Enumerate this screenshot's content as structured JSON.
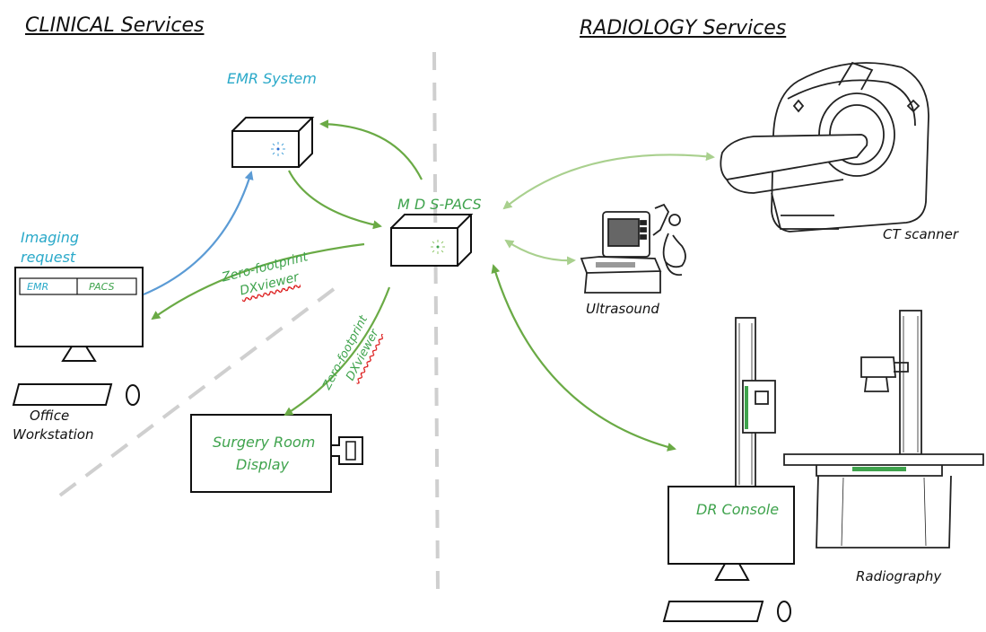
{
  "headers": {
    "clinical": "CLINICAL Services",
    "radiology": "RADIOLOGY Services"
  },
  "nodes": {
    "emr_system": "EMR System",
    "mds_pacs": "M D S-PACS",
    "imaging_request": [
      "Imaging",
      "request"
    ],
    "workstation_tabs": [
      "EMR",
      "PACS"
    ],
    "office_workstation": [
      "Office",
      "Workstation"
    ],
    "surgery_room_display": [
      "Surgery Room",
      "Display"
    ],
    "ct_scanner": "CT scanner",
    "ultrasound": "Ultrasound",
    "dr_console": "DR Console",
    "radiography": "Radiography"
  },
  "edge_labels": {
    "viewer_office": [
      "Zero-footprint",
      "DXviewer"
    ],
    "viewer_surgery": [
      "Zero-footprint",
      "DXviewer"
    ]
  },
  "colors": {
    "link_green": "#6aaa45",
    "link_light_green": "#a9d08e",
    "link_blue": "#5b9bd5",
    "label_cyan": "#2aa9c9",
    "label_green": "#3fa34d",
    "divider": "#cfcfcf"
  }
}
